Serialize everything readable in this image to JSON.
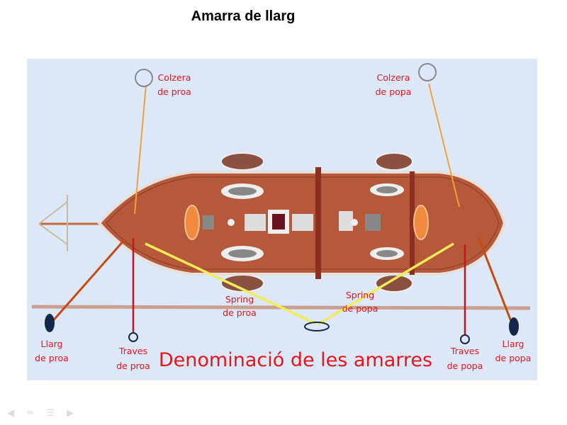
{
  "slide": {
    "title": "Amarra de llarg",
    "caption": "Denominació de les amarres"
  },
  "labels": {
    "colzera_proa": [
      "Colzera",
      "de proa"
    ],
    "colzera_popa": [
      "Colzera",
      "de popa"
    ],
    "spring_proa": [
      "Spring",
      "de proa"
    ],
    "spring_popa": [
      "Spring",
      "de popa"
    ],
    "llarg_proa": [
      "Llarg",
      "de proa"
    ],
    "llarg_popa": [
      "Llarg",
      "de popa"
    ],
    "traves_proa": [
      "Traves",
      "de proa"
    ],
    "traves_popa": [
      "Traves",
      "de popa"
    ]
  },
  "nav": {
    "icons": [
      "arrow-left-icon",
      "pen-icon",
      "menu-icon",
      "arrow-right-icon"
    ]
  },
  "colors": {
    "label": "#e8141c",
    "background": "#dce8f8",
    "hull": "#b5593a",
    "spring": "#f2ec5a",
    "traves": "#c8141c",
    "llarg": "#c84810",
    "colzera": "#f0a040"
  }
}
